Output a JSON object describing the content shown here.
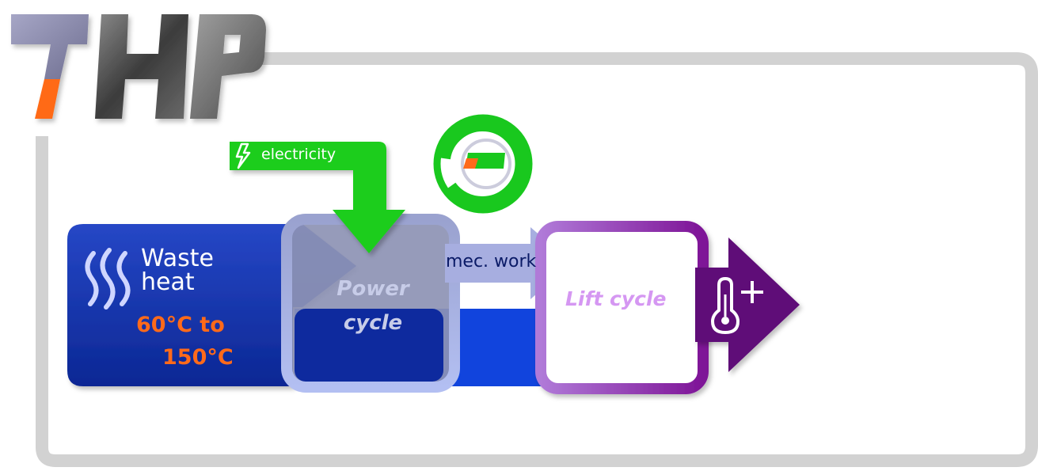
{
  "logo": {
    "text": "THP"
  },
  "badge_logo": {
    "letter": "e"
  },
  "labels": {
    "waste_heat_line1": "Waste",
    "waste_heat_line2": "heat",
    "temp_line1": "60°C to",
    "temp_line2": "150°C",
    "power_cycle_line1": "Power",
    "power_cycle_line2": "cycle",
    "mec_work": "mec. work",
    "lift_cycle": "Lift cycle",
    "electricity": "electricity"
  },
  "icons": {
    "heat": "steam-waves-icon",
    "lightning": "lightning-icon",
    "thermometer": "thermometer-plus-icon"
  },
  "colors": {
    "frame_gray": "#d2d2d2",
    "waste_blue": "#1f3fbf",
    "waste_blue_dark": "#0e2a9e",
    "bright_blue": "#1144dd",
    "power_gray": "#8d93b4",
    "power_frame": "#a9b4e8",
    "mec_arrow": "#a7aee0",
    "electricity_green": "#1fcd1f",
    "lift_purple": "#8a1ea8",
    "output_purple": "#5e0a78",
    "orange": "#ff6a1a",
    "badge_green": "#19c81e"
  }
}
